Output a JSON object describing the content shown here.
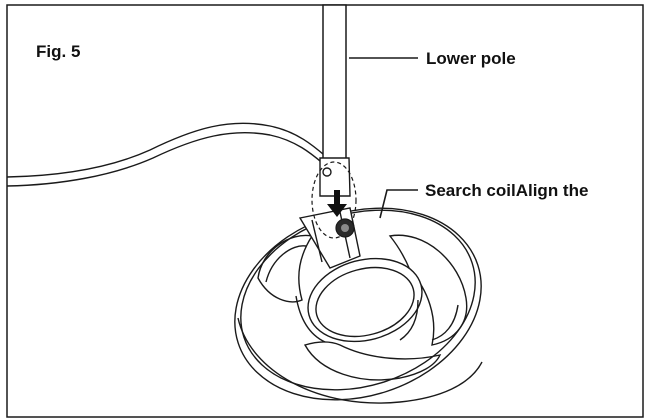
{
  "figure": {
    "label": "Fig. 5"
  },
  "callouts": {
    "lower_pole": "Lower pole",
    "search_coil": "Search coilAlign the"
  },
  "colors": {
    "line": "#1a1a1a",
    "background": "#ffffff",
    "arrow": "#111111"
  }
}
